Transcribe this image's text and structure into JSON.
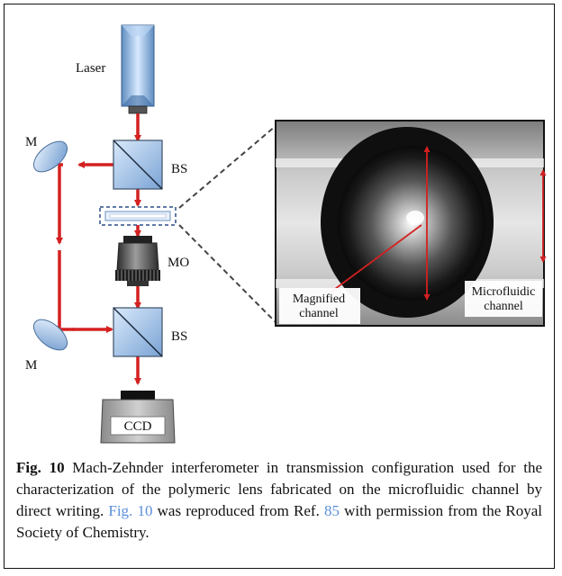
{
  "figure": {
    "labels": {
      "laser": "Laser",
      "mirror_top": "M",
      "mirror_bottom": "M",
      "bs_top": "BS",
      "bs_bottom": "BS",
      "mo": "MO",
      "ccd": "CCD",
      "magnified_line1": "Magnified",
      "magnified_line2": "channel",
      "microfluidic_line1": "Microfluidic",
      "microfluidic_line2": "channel"
    },
    "colors": {
      "beam": "#d42020",
      "optics_blue": "#8fb8e0",
      "dashed_box": "#2b4f86"
    }
  },
  "caption": {
    "fig_label": "Fig. 10",
    "text1": " Mach-Zehnder interferometer in transmission configuration used for the characterization of the polymeric lens fabricated on the microfluidic channel by direct writing. ",
    "fig_ref": "Fig. 10",
    "text2": " was reproduced from Ref. ",
    "ref_num": "85",
    "text3": " with permission from the Royal Society of Chemistry."
  }
}
